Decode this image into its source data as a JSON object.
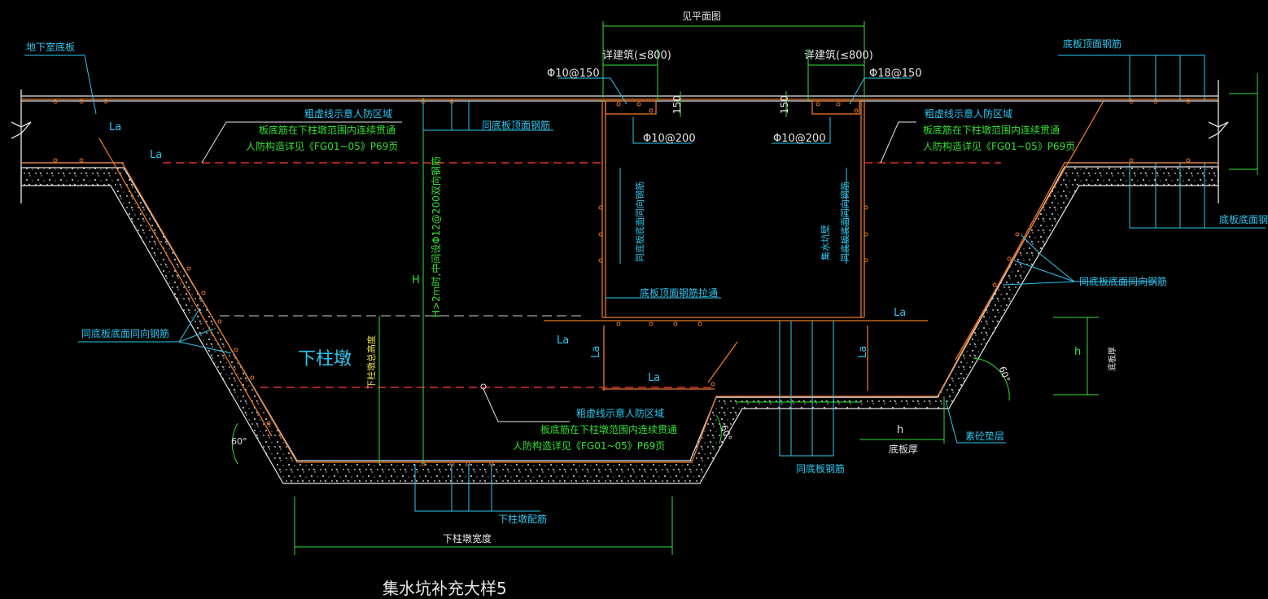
{
  "drawing": {
    "title": "集水坑补充大样5",
    "labels": {
      "basement_slab": "地下室底板",
      "plan_ref": "见平面图",
      "detail_left": "详建筑(≤800)",
      "detail_right": "详建筑(≤800)",
      "rebar_left_top": "Φ10@150",
      "rebar_right_top": "Φ18@150",
      "rebar_left_200": "Φ10@200",
      "rebar_right_200": "Φ10@200",
      "dim_150_left": "150",
      "dim_150_right": "150",
      "slab_top_rebar": "底板顶面钢筋",
      "slab_bottom_rebar": "底板底面钢筋",
      "same_slab_top_rebar": "同底板顶面钢筋",
      "same_slab_bottom_dir_left": "同底板底面同向钢筋",
      "same_slab_bottom_dir_right": "同底板底面同向钢筋",
      "slab_top_rebar_pass": "底板顶面钢筋拉通",
      "same_slab_rebar": "同底板钢筋",
      "pier_name": "下柱墩",
      "pier_rebar": "下柱墩配筋",
      "pier_width": "下柱墩宽度",
      "pier_height": "下柱墩总高度",
      "middle_rebar": "H>2m时,中间设Φ12@200双向钢筋",
      "H": "H",
      "h_small": "h",
      "h_dim": "h",
      "slab_thickness": "底板厚",
      "slab_thick_vert": "底板厚",
      "concrete_cushion": "素砼垫层",
      "pit_wall_left": "集水坑壁",
      "pit_wall_vert_left": "同底板底面同向钢筋",
      "pit_wall_vert_right": "同底板底面同向钢筋",
      "La": "La",
      "Lc": "La",
      "angle": "60°",
      "civil_defense": {
        "line1": "粗虚线示意人防区域",
        "line2": "板底筋在下柱墩范围内连续贯通",
        "line3": "人防构造详见《FG01~05》P69页"
      }
    }
  }
}
